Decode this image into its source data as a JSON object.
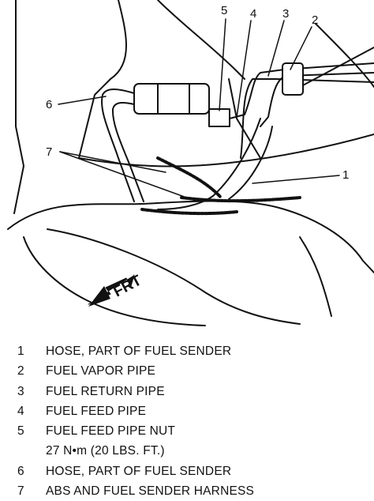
{
  "callouts": {
    "c1": "1",
    "c2": "2",
    "c3": "3",
    "c4": "4",
    "c5": "5",
    "c6": "6",
    "c7": "7"
  },
  "direction_label": "FRT",
  "legend": [
    {
      "num": "1",
      "text": "HOSE, PART OF FUEL SENDER"
    },
    {
      "num": "2",
      "text": "FUEL VAPOR PIPE"
    },
    {
      "num": "3",
      "text": "FUEL RETURN PIPE"
    },
    {
      "num": "4",
      "text": "FUEL FEED PIPE"
    },
    {
      "num": "5",
      "text": "FUEL FEED PIPE NUT"
    },
    {
      "num": "",
      "text": "27 N•m (20 LBS. FT.)"
    },
    {
      "num": "6",
      "text": "HOSE, PART OF FUEL SENDER"
    },
    {
      "num": "7",
      "text": "ABS AND FUEL SENDER HARNESS"
    }
  ]
}
